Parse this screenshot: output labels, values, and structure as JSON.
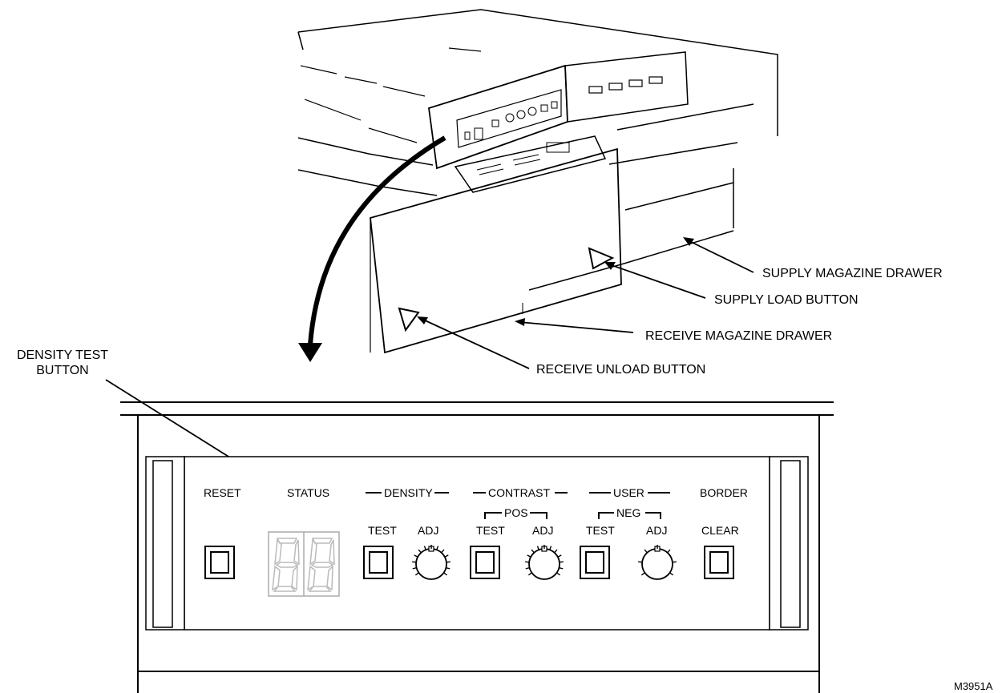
{
  "callouts": {
    "supply_magazine_drawer": "SUPPLY MAGAZINE DRAWER",
    "supply_load_button": "SUPPLY LOAD BUTTON",
    "receive_magazine_drawer": "RECEIVE MAGAZINE DRAWER",
    "receive_unload_button": "RECEIVE UNLOAD BUTTON",
    "density_test_button_line1": "DENSITY TEST",
    "density_test_button_line2": "BUTTON"
  },
  "panel": {
    "reset": "RESET",
    "status": "STATUS",
    "density": "DENSITY",
    "contrast": "CONTRAST",
    "user": "USER",
    "border": "BORDER",
    "pos": "POS",
    "neg": "NEG",
    "test_1": "TEST",
    "adj_1": "ADJ",
    "test_2": "TEST",
    "adj_2": "ADJ",
    "test_3": "TEST",
    "adj_3": "ADJ",
    "clear": "CLEAR"
  },
  "figure_id": "M3951A"
}
